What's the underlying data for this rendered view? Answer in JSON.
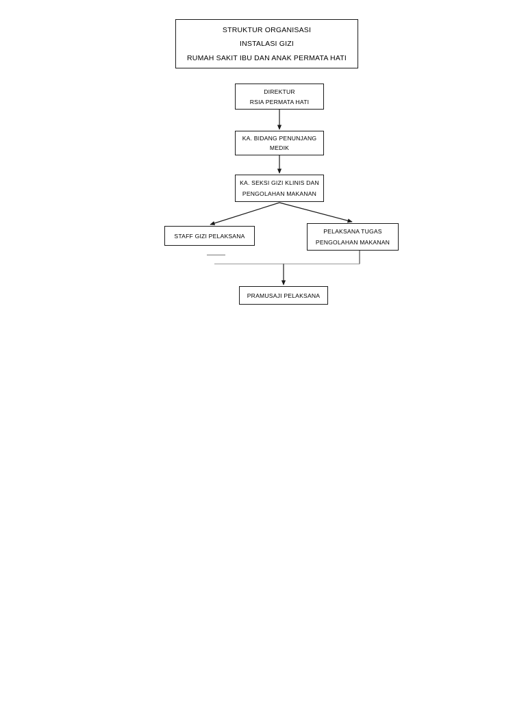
{
  "document": {
    "type": "organizational-chart",
    "page_background": "#ffffff"
  },
  "chart_data": {
    "type": "diagram",
    "title": "STRUKTUR ORGANISASI INSTALASI GIZI RUMAH SAKIT IBU DAN ANAK PERMATA HATI",
    "orientation": "top-down",
    "line_color": "#1a1a1a",
    "faint_line_color": "#b0b0b0",
    "nodes": [
      {
        "id": "title",
        "lines": [
          "STRUKTUR ORGANISASI",
          "INSTALASI GIZI",
          "RUMAH SAKIT IBU DAN ANAK PERMATA HATI"
        ],
        "level": 0
      },
      {
        "id": "direktur",
        "lines": [
          "DIREKTUR",
          "RSIA PERMATA HATI"
        ],
        "level": 1
      },
      {
        "id": "kabidang",
        "lines": [
          "KA. BIDANG PENUNJANG",
          "MEDIK"
        ],
        "level": 2
      },
      {
        "id": "kaseksi",
        "lines": [
          "KA. SEKSI GIZI KLINIS DAN",
          "PENGOLAHAN MAKANAN"
        ],
        "level": 3
      },
      {
        "id": "staff",
        "lines": [
          "STAFF GIZI PELAKSANA"
        ],
        "level": 4
      },
      {
        "id": "pelaksana",
        "lines": [
          "PELAKSANA TUGAS",
          "PENGOLAHAN MAKANAN"
        ],
        "level": 4
      },
      {
        "id": "pramusaji",
        "lines": [
          "PRAMUSAJI PELAKSANA"
        ],
        "level": 5
      }
    ],
    "edges": [
      {
        "from": "direktur",
        "to": "kabidang",
        "style": "arrow-down"
      },
      {
        "from": "kabidang",
        "to": "kaseksi",
        "style": "arrow-down"
      },
      {
        "from": "kaseksi",
        "to": "staff",
        "style": "arrow-diagonal-left"
      },
      {
        "from": "kaseksi",
        "to": "pelaksana",
        "style": "arrow-diagonal-right"
      },
      {
        "from": "pelaksana",
        "to": "pramusaji",
        "style": "elbow-arrow-down"
      }
    ]
  },
  "nodes": {
    "title": {
      "line1": "STRUKTUR ORGANISASI",
      "line2": "INSTALASI GIZI",
      "line3": "RUMAH SAKIT IBU DAN ANAK PERMATA HATI"
    },
    "direktur": {
      "line1": "DIREKTUR",
      "line2": "RSIA PERMATA HATI"
    },
    "kabidang": {
      "line1": "KA. BIDANG PENUNJANG",
      "line2": "MEDIK"
    },
    "kaseksi": {
      "line1": "KA. SEKSI GIZI KLINIS DAN",
      "line2": "PENGOLAHAN MAKANAN"
    },
    "staff": {
      "line1": "STAFF GIZI PELAKSANA"
    },
    "pelaksana": {
      "line1": "PELAKSANA TUGAS",
      "line2": "PENGOLAHAN MAKANAN"
    },
    "pramusaji": {
      "line1": "PRAMUSAJI PELAKSANA"
    }
  }
}
